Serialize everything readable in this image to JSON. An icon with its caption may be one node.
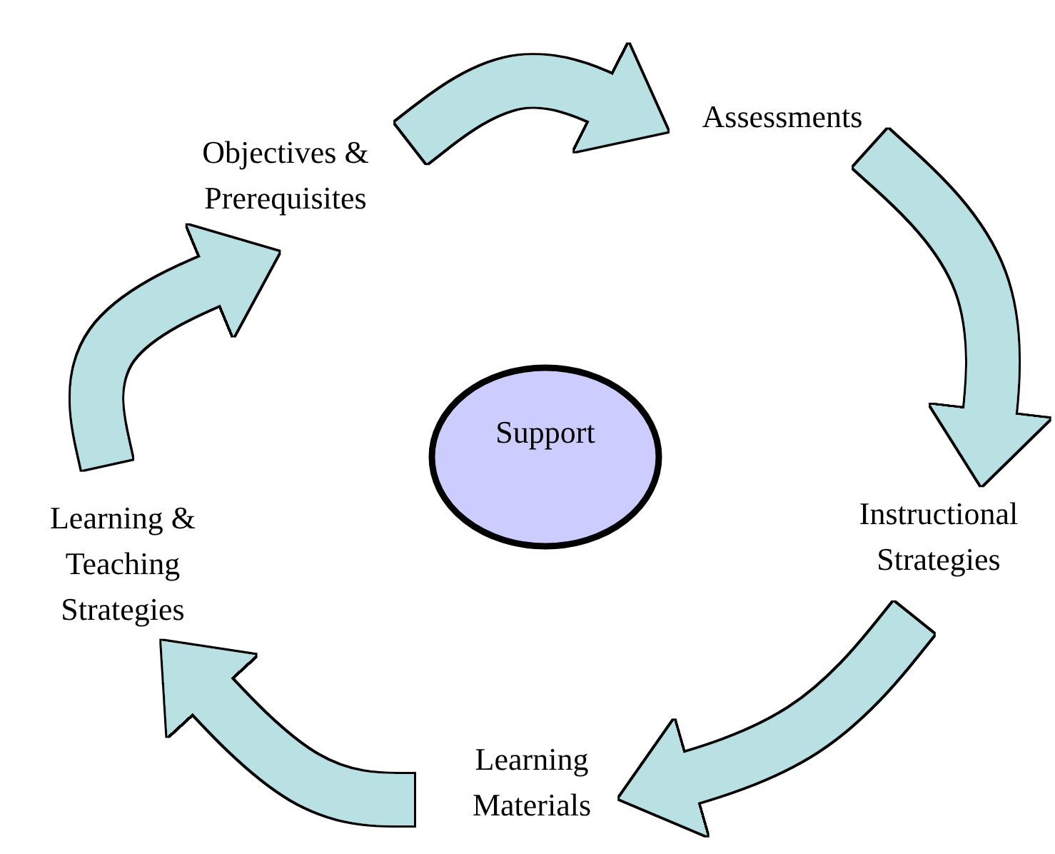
{
  "diagram": {
    "nodes": [
      {
        "text": [
          "Objectives & Prerequisites"
        ]
      },
      {
        "text": [
          "Assessments"
        ]
      },
      {
        "text": [
          "Instructional Strategies"
        ]
      },
      {
        "text": [
          "Learning Materials"
        ]
      },
      {
        "text": [
          "Learning & Teaching Strategies"
        ]
      },
      {
        "text": [
          "Support"
        ]
      }
    ],
    "edges": [
      {
        "from": 0,
        "to": 1,
        "arrow": "to"
      },
      {
        "from": 1,
        "to": 2,
        "arrow": "to"
      },
      {
        "from": 2,
        "to": 3,
        "arrow": "to"
      },
      {
        "from": 3,
        "to": 4,
        "arrow": "to"
      },
      {
        "from": 4,
        "to": 0,
        "arrow": "to"
      }
    ]
  }
}
